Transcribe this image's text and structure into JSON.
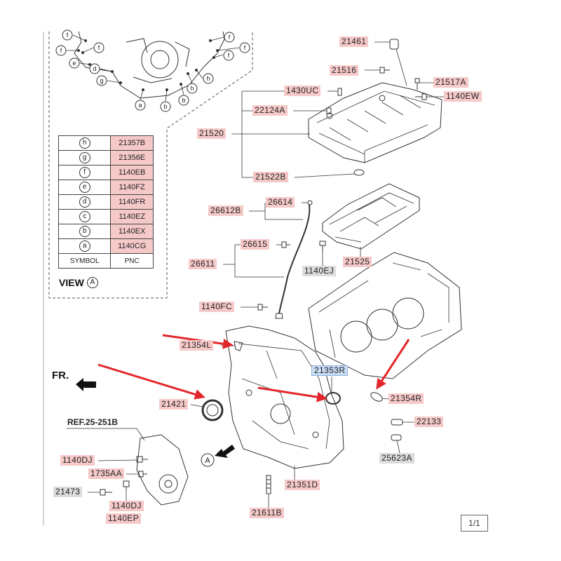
{
  "callouts": [
    "21461",
    "21516",
    "21517A",
    "1140EW",
    "1430UC",
    "22124A",
    "21520",
    "21522B",
    "26614",
    "26612B",
    "26615",
    "26611",
    "1140EJ",
    "21525",
    "1140FC",
    "21354L",
    "21353R",
    "21421",
    "21354R",
    "22133",
    "25623A",
    "1140DJ",
    "1735AA",
    "21473",
    "1140DJ",
    "1140EP",
    "21611B",
    "21351D"
  ],
  "ref_note": "REF.25-251B",
  "front_marker": "FR.",
  "view_marker": "A",
  "view_a": {
    "title": "VIEW",
    "marker": "A",
    "header": {
      "symbol": "SYMBOL",
      "pnc": "PNC"
    },
    "rows": [
      {
        "symbol": "h",
        "pnc": "21357B"
      },
      {
        "symbol": "g",
        "pnc": "21356E"
      },
      {
        "symbol": "f",
        "pnc": "1140EB"
      },
      {
        "symbol": "e",
        "pnc": "1140FZ"
      },
      {
        "symbol": "d",
        "pnc": "1140FR"
      },
      {
        "symbol": "c",
        "pnc": "1140EZ"
      },
      {
        "symbol": "b",
        "pnc": "1140EX"
      },
      {
        "symbol": "a",
        "pnc": "1140CG"
      }
    ]
  },
  "detail_markers": [
    "f",
    "f",
    "f",
    "f",
    "f",
    "f",
    "e",
    "d",
    "g",
    "a",
    "b",
    "b",
    "h",
    "h"
  ],
  "page_indicator": "1/1",
  "icons": {
    "front_direction": "arrow-left-icon",
    "view_direction": "arrow-icon",
    "highlight": "red-arrow-icon"
  },
  "colors": {
    "callout_pink": "#f6c9c9",
    "callout_gray": "#dcdcdc",
    "callout_blue": "#c8dcf4",
    "arrow_red": "#e2262b"
  }
}
